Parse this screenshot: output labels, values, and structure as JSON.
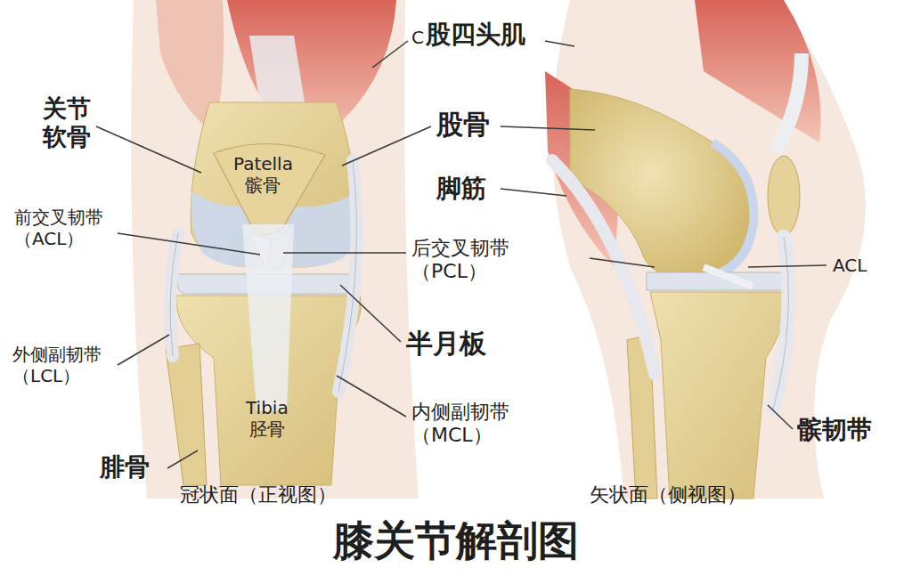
{
  "diagram": {
    "title": "膝关节解剖图",
    "labels": [
      "C",
      "股四头肌",
      "关节 软骨",
      "Patella 髌骨",
      "股骨",
      "脚筋",
      "前交叉韧带 （ACL）",
      "后交叉韧带 （PCL）",
      "ACL",
      "半月板",
      "外侧副韧带 （LCL）",
      "内侧副韧带 （MCL）",
      "Tibia 胫骨",
      "髌韧带",
      "腓骨",
      "冠状面（正视图）",
      "矢状面（侧视图）"
    ]
  }
}
